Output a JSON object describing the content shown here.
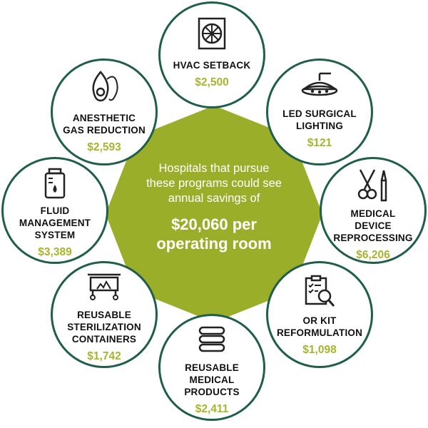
{
  "colors": {
    "center_fill": "#9bae2a",
    "ring_border": "#1f5e4b",
    "value_text": "#a6b52c",
    "label_text": "#111111"
  },
  "center": {
    "lines": [
      "Hospitals that pursue",
      "these programs could see",
      "annual savings of"
    ],
    "amount_lines": [
      "$20,060 per",
      "operating room"
    ]
  },
  "programs": [
    {
      "label_lines": [
        "HVAC SETBACK"
      ],
      "value": "$2,500",
      "icon": "vent-fan-icon"
    },
    {
      "label_lines": [
        "LED SURGICAL",
        "LIGHTING"
      ],
      "value": "$121",
      "icon": "surgical-light-icon"
    },
    {
      "label_lines": [
        "MEDICAL",
        "DEVICE",
        "REPROCESSING"
      ],
      "value": "$6,206",
      "icon": "surgical-tools-icon"
    },
    {
      "label_lines": [
        "OR KIT",
        "REFORMULATION"
      ],
      "value": "$1,098",
      "icon": "clipboard-magnifier-icon"
    },
    {
      "label_lines": [
        "REUSABLE",
        "MEDICAL",
        "PRODUCTS"
      ],
      "value": "$2,411",
      "icon": "folded-linens-icon"
    },
    {
      "label_lines": [
        "REUSABLE",
        "STERILIZATION",
        "CONTAINERS"
      ],
      "value": "$1,742",
      "icon": "sterilization-cart-icon"
    },
    {
      "label_lines": [
        "FLUID",
        "MANAGEMENT",
        "SYSTEM"
      ],
      "value": "$3,389",
      "icon": "fluid-canister-icon"
    },
    {
      "label_lines": [
        "ANESTHETIC",
        "GAS REDUCTION"
      ],
      "value": "$2,593",
      "icon": "gas-mask-icon"
    }
  ]
}
